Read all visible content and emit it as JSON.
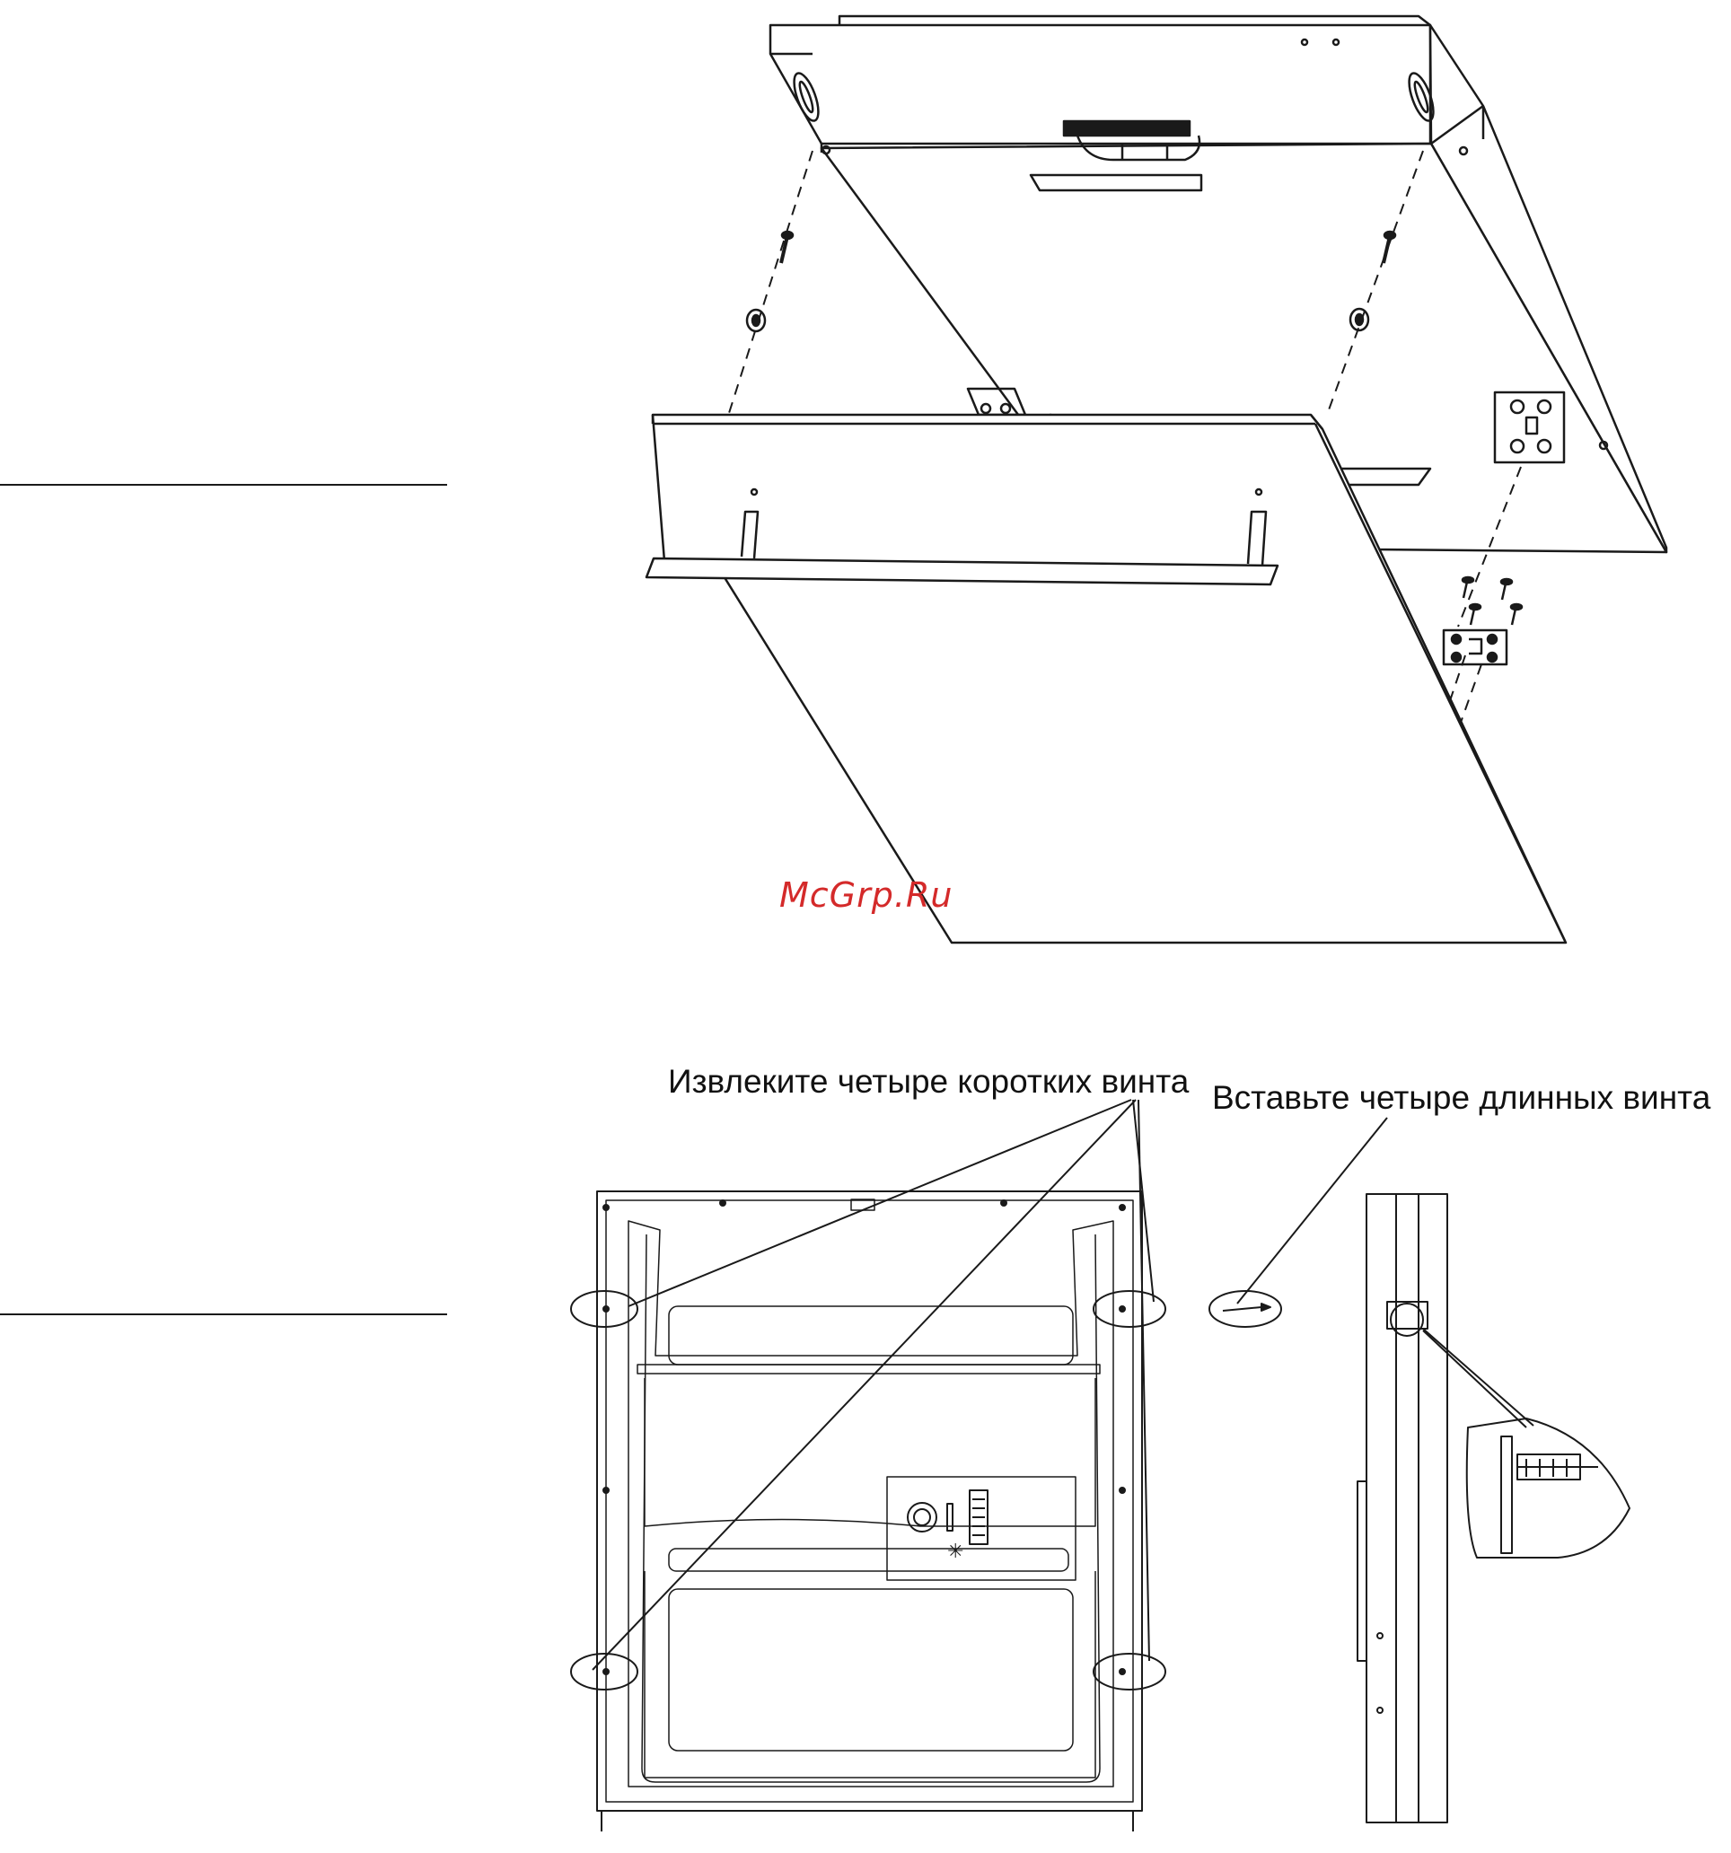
{
  "watermark": "McGrp.Ru",
  "labels": {
    "remove_short_screws": "Извлеките четыре коротких винта",
    "insert_long_screws": "Вставьте четыре длинных винта"
  },
  "colors": {
    "line": "#1a1a1a",
    "watermark": "#d42a2a"
  }
}
